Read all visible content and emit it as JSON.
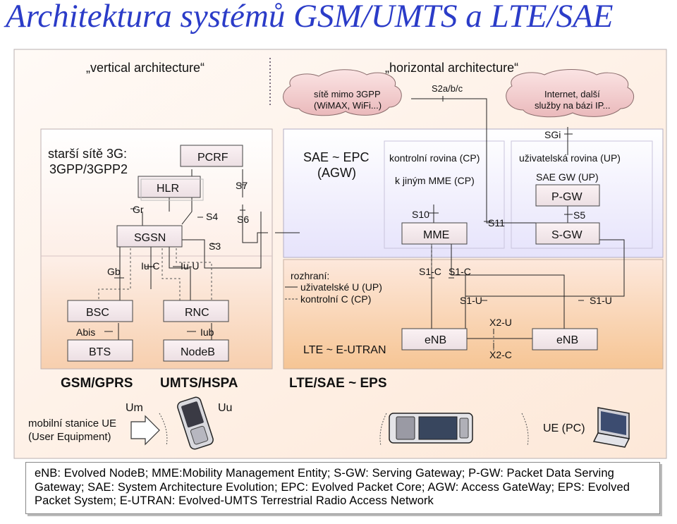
{
  "title": "Architektura systémů GSM/UMTS a LTE/SAE",
  "header": {
    "vertical": "„vertical architecture“",
    "horizontal": "„horizontal architecture“"
  },
  "clouds": {
    "other_networks_1": "sítě mimo 3GPP",
    "other_networks_2": "(WiMAX, WiFi...)",
    "s2": "S2a/b/c",
    "internet_1": "Internet, další",
    "internet_2": "služby na bázi IP..."
  },
  "legacy": {
    "title_1": "starší sítě 3G:",
    "title_2": "3GPP/3GPP2",
    "hlr": "HLR",
    "pcrf": "PCRF",
    "sgsn": "SGSN",
    "bsc": "BSC",
    "rnc": "RNC",
    "bts": "BTS",
    "nodeb": "NodeB",
    "if_gr": "Gr",
    "if_s7": "S7",
    "if_s4": "S4",
    "if_s6": "S6",
    "if_s3": "S3",
    "if_gb": "Gb",
    "if_iuc": "Iu-C",
    "if_iuu": "Iu-U",
    "if_abis": "Abis",
    "if_iub": "Iub"
  },
  "epc": {
    "title_1": "SAE ~ EPC",
    "title_2": "(AGW)",
    "cp_title": "kontrolní rovina (CP)",
    "to_mme": "k jiným MME (CP)",
    "s10": "S10",
    "mme": "MME",
    "s11": "S11",
    "up_title": "uživatelská rovina (UP)",
    "sae_gw": "SAE GW (UP)",
    "pgw": "P-GW",
    "s5": "S5",
    "sgw": "S-GW",
    "sgi": "SGi"
  },
  "ran": {
    "iface_title": "rozhraní:",
    "iface_up": "uživatelské  U (UP)",
    "iface_cp": "kontrolní C (CP)",
    "s1c_a": "S1-C",
    "s1c_b": "S1-C",
    "s1u_a": "S1-U",
    "s1u_b": "S1-U",
    "x2u": "X2-U",
    "x2c": "X2-C",
    "enb_a": "eNB",
    "enb_b": "eNB",
    "eutran": "LTE ~ E-UTRAN"
  },
  "generations": {
    "gsm": "GSM/GPRS",
    "umts": "UMTS/HSPA",
    "lte": "LTE/SAE ~ EPS"
  },
  "terminals": {
    "ue_1": "mobilní stanice  UE",
    "ue_2": "(User Equipment)",
    "um": "Um",
    "uu": "Uu",
    "ue_pc": "UE (PC)"
  },
  "legend": "eNB: Evolved NodeB; MME:Mobility Management Entity; S-GW: Serving Gateway; P-GW: Packet Data Serving Gateway; SAE:  System Architecture Evolution; EPC: Evolved Packet Core; AGW: Access GateWay; EPS: Evolved Packet System; E-UTRAN: Evolved-UMTS Terrestrial Radio Access Network",
  "colors": {
    "title": "#2b3cc8",
    "outer_panel": "#fdf3ec",
    "box_fill": "#f6e8ea",
    "epc_grad_top": "#e9e6fb",
    "ran_grad_bottom": "#f6c89c",
    "cloud": "#f3cfd0"
  }
}
